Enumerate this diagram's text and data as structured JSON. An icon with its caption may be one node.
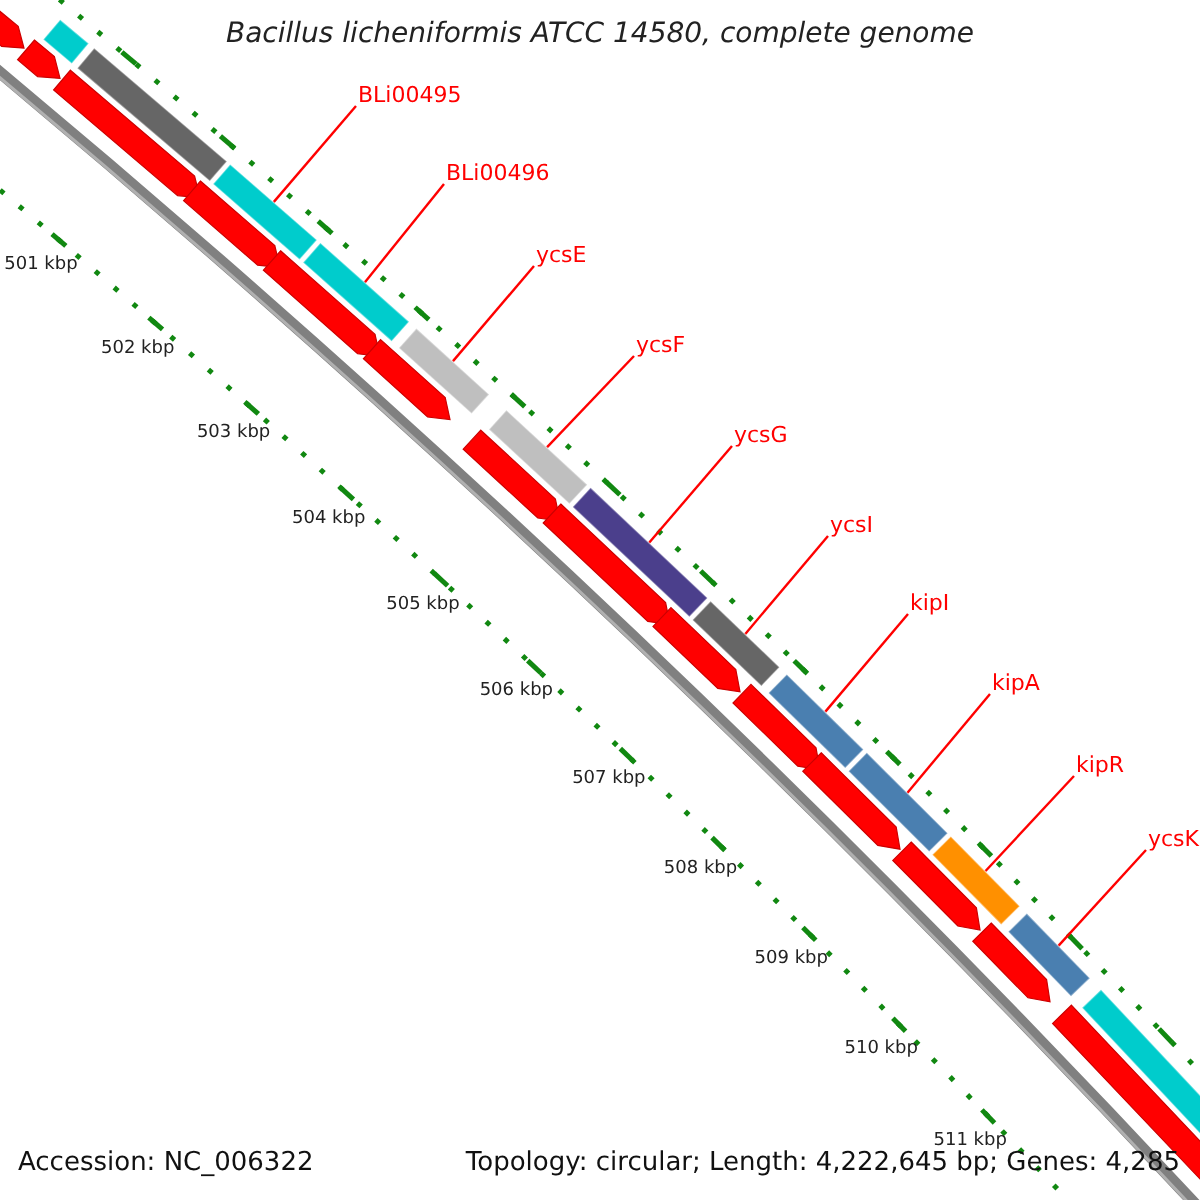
{
  "diagram": {
    "title": "Bacillus licheniformis ATCC 14580, complete genome",
    "nodes": [
      {
        "text": [
          "BLi00495"
        ]
      },
      {
        "text": [
          "BLi00496"
        ]
      },
      {
        "text": [
          "ycsE"
        ]
      },
      {
        "text": [
          "ycsF"
        ]
      },
      {
        "text": [
          "ycsG"
        ]
      },
      {
        "text": [
          "ycsI"
        ]
      },
      {
        "text": [
          "kipI"
        ]
      },
      {
        "text": [
          "kipA"
        ]
      },
      {
        "text": [
          "kipR"
        ]
      },
      {
        "text": [
          "ycsK"
        ]
      },
      {
        "text": [],
        "shape": "bar"
      },
      {
        "text": [],
        "shape": "bar"
      },
      {
        "text": [],
        "shape": "bar"
      },
      {
        "text": [],
        "shape": "bar"
      },
      {
        "text": [],
        "shape": "bar"
      },
      {
        "text": [],
        "shape": "bar"
      },
      {
        "text": [],
        "shape": "bar"
      },
      {
        "text": [],
        "shape": "bar"
      },
      {
        "text": [],
        "shape": "bar"
      },
      {
        "text": [],
        "shape": "bar"
      }
    ],
    "edges": [
      {
        "from": 0,
        "to": 10,
        "arrow": "none"
      },
      {
        "from": 1,
        "to": 11,
        "arrow": "none"
      },
      {
        "from": 2,
        "to": 12,
        "arrow": "none"
      },
      {
        "from": 3,
        "to": 13,
        "arrow": "none"
      },
      {
        "from": 4,
        "to": 14,
        "arrow": "none"
      },
      {
        "from": 5,
        "to": 15,
        "arrow": "none"
      },
      {
        "from": 6,
        "to": 16,
        "arrow": "none"
      },
      {
        "from": 7,
        "to": 17,
        "arrow": "none"
      },
      {
        "from": 8,
        "to": 18,
        "arrow": "none"
      },
      {
        "from": 9,
        "to": 19,
        "arrow": "none"
      }
    ],
    "labels": [
      "501 kbp",
      "502 kbp",
      "503 kbp",
      "504 kbp",
      "505 kbp",
      "506 kbp",
      "507 kbp",
      "508 kbp",
      "509 kbp",
      "510 kbp",
      "511 kbp",
      "Accession: NC_006322",
      "Topology: circular; Length: 4,222,645 bp; Genes: 4,285"
    ]
  }
}
